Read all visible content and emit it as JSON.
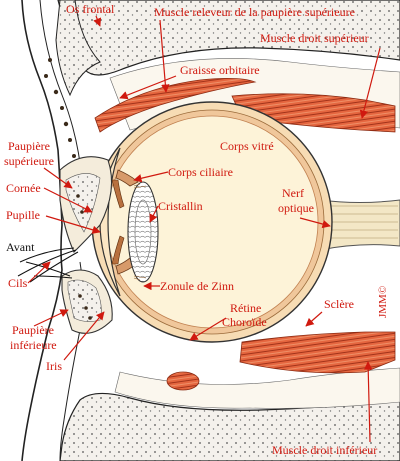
{
  "colors": {
    "label_red": "#d0190f",
    "label_black": "#111111",
    "vitreous": "#fdf3d8",
    "sclera": "#f7dcb4",
    "muscle": "#d9542e",
    "bone_fill": "#f4f1ec"
  },
  "labels": {
    "os_frontal": "Os frontal",
    "muscle_releveur": "Muscle releveur de la paupière supérieure",
    "muscle_droit_sup": "Muscle droit supérieur",
    "graisse": "Graisse orbitaire",
    "paupiere_sup_1": "Paupière",
    "paupiere_sup_2": "supérieure",
    "corps_vitre": "Corps vitré",
    "corps_ciliaire": "Corps ciliaire",
    "cornee": "Cornée",
    "cristallin": "Cristallin",
    "pupille": "Pupille",
    "nerf_1": "Nerf",
    "nerf_2": "optique",
    "avant": "Avant",
    "cils": "Cils",
    "zonule": "Zonule de Zinn",
    "paupiere_inf_1": "Paupière",
    "paupiere_inf_2": "inférieure",
    "retine": "Rétine",
    "choroide": "Choroïde",
    "sclere": "Sclère",
    "iris": "Iris",
    "copyright": "JMM©",
    "muscle_droit_inf": "Muscle droit inférieur"
  }
}
